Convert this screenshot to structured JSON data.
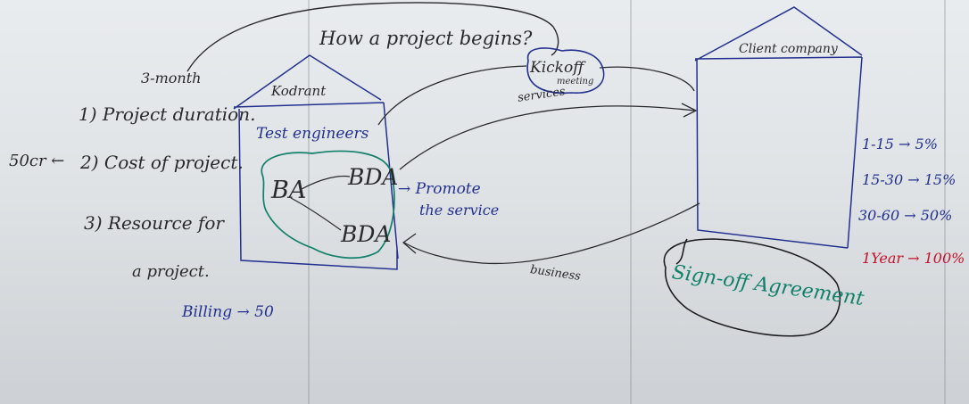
{
  "board": {
    "colors": {
      "black_ink": "#2a2a2e",
      "blue_ink": "#23308f",
      "green_ink": "#12806a",
      "red_ink": "#c4122a"
    }
  },
  "title": "How a project begins?",
  "kickoff": {
    "line1": "Kickoff",
    "line2": "meeting"
  },
  "flow_labels": {
    "services": "services",
    "business": "business"
  },
  "left_notes": {
    "duration_hint": "3-month",
    "item1": "1) Project duration.",
    "cost_prefix": "50cr ←",
    "item2": "2) Cost of project.",
    "item3_line1": "3) Resource for",
    "item3_line2": "a project.",
    "billing": "Billing → 50"
  },
  "kodrant": {
    "label": "Kodrant",
    "team_label": "Test engineers",
    "ba": "BA",
    "bda1": "BDA",
    "bda2": "BDA",
    "promote_line1": "→ Promote",
    "promote_line2": "the service"
  },
  "client": {
    "label": "Client company"
  },
  "payment_terms": [
    {
      "text": "1-15 → 5%",
      "color": "blue"
    },
    {
      "text": "15-30 → 15%",
      "color": "blue"
    },
    {
      "text": "30-60 → 50%",
      "color": "blue"
    },
    {
      "text": "1Year → 100%",
      "color": "red"
    }
  ],
  "signoff": "Sign-off Agreement"
}
